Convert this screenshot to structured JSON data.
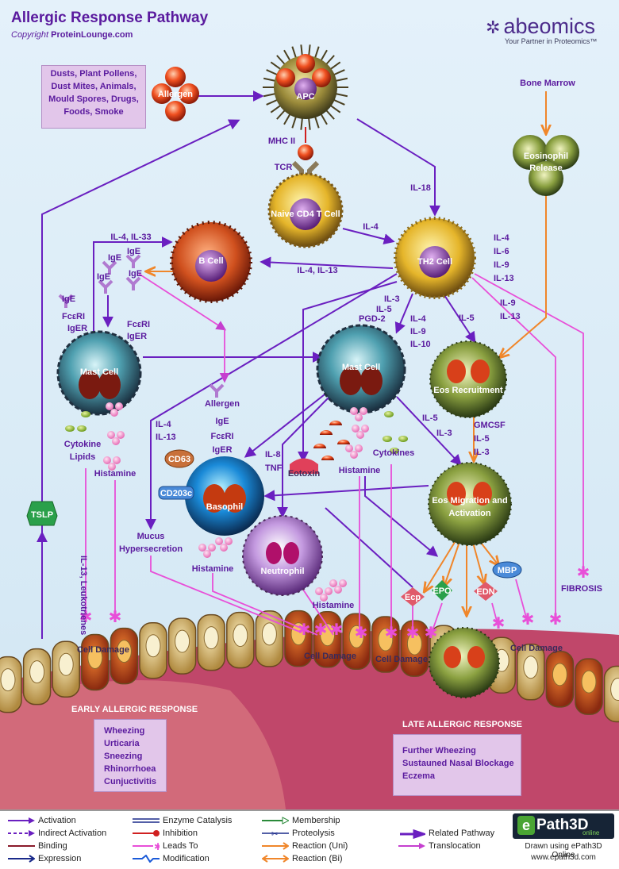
{
  "header": {
    "title": "Allergic Response Pathway",
    "copyright_prefix": "Copyright ",
    "copyright_site": "ProteinLounge.com",
    "brand_name": "abeomics",
    "brand_tagline": "Your Partner in Proteomics™"
  },
  "colors": {
    "activation": "#6a1fc0",
    "leads_to": "#e84fd8",
    "reaction": "#f0862a",
    "inhibition": "#e02020",
    "tissue": "#c0476a",
    "label_text": "#5a1a9e"
  },
  "triggers_box": {
    "lines": [
      "Dusts, Plant Pollens,",
      "Dust Mites, Animals,",
      "Mould Spores, Drugs,",
      "Foods, Smoke"
    ]
  },
  "nodes": {
    "allergen": "Allergen",
    "apc": "APC",
    "mhc_ii": "MHC II",
    "tcr": "TCR",
    "naive_t": "Naive CD4  T Cell",
    "th2": "TH2 Cell",
    "b_cell": "B Cell",
    "mast_cell_left": "Mast Cell",
    "mast_cell_center": "Mast Cell",
    "basophil": "Basophil",
    "neutrophil": "Neutrophil",
    "bone_marrow": "Bone Marrow",
    "eosinophil_release": [
      "Eosinophil",
      "Release"
    ],
    "eos_recruitment": "Eos Recruitment",
    "eos_migration": [
      "Eos Migration and",
      "Activation"
    ],
    "tslp": "TSLP",
    "cd63": "CD63",
    "cd203c": "CD203c",
    "eotoxin": "Eotoxin",
    "ecp": "Ecp",
    "epo": "EPO",
    "edn": "EDN",
    "mbp": "MBP",
    "fibrosis": "FIBROSIS"
  },
  "labels": {
    "il18": "IL-18",
    "il4_naive": "IL-4",
    "il4_il33": "IL-4, IL-33",
    "il4_il13_bcell": "IL-4, IL-13",
    "th2_right": [
      "IL-4",
      "IL-6",
      "IL-9",
      "IL-13"
    ],
    "il9_il13": [
      "IL-9",
      "IL-13"
    ],
    "il5_eos": "IL-5",
    "il3_il5": [
      "IL-3",
      "IL-5"
    ],
    "pgd2": "PGD-2",
    "il4_il9_il10": [
      "IL-4",
      "IL-9",
      "IL-10"
    ],
    "il4_il13_mucus": [
      "IL-4",
      "IL-13"
    ],
    "il8_tnf": [
      "IL-8",
      "TNF"
    ],
    "il5_il3": [
      "IL-5",
      "IL-3"
    ],
    "gmcsf": [
      "GMCSF",
      "IL-5",
      "IL-3"
    ],
    "ige_list": [
      "IgE",
      "IgE",
      "IgE",
      "IgE"
    ],
    "ige_receptor_left": [
      "IgE",
      "FcεRI",
      "IgER"
    ],
    "ige_receptor_left2": [
      "FcεRI",
      "IgER"
    ],
    "basophil_receptor": [
      "Allergen",
      "IgE",
      "FcεRI",
      "IgER"
    ],
    "cytokine_lipids": [
      "Cytokine",
      "Lipids"
    ],
    "cytokines": "Cytokines",
    "histamine": "Histamine",
    "mucus": [
      "Mucus",
      "Hypersecretion"
    ],
    "il13_leuko": "IL-13, Leukotrienes",
    "cell_damage": "Cell Damage"
  },
  "early_response": {
    "title": "EARLY ALLERGIC RESPONSE",
    "symptoms": [
      "Wheezing",
      "Urticaria",
      "Sneezing",
      "Rhinorrhoea",
      "Cunjuctivitis"
    ]
  },
  "late_response": {
    "title": "LATE ALLERGIC RESPONSE",
    "symptoms": [
      "Further Wheezing",
      "Sustauned Nasal Blockage",
      "Eczema"
    ]
  },
  "legend": {
    "col1": [
      "Activation",
      "Indirect Activation",
      "Binding",
      "Expression"
    ],
    "col2": [
      "Enzyme Catalysis",
      "Inhibition",
      "Leads To",
      "Modification"
    ],
    "col3": [
      "Membership",
      "Proteolysis",
      "Reaction (Uni)",
      "Reaction (Bi)"
    ],
    "col4": [
      "Related Pathway",
      "Translocation"
    ]
  },
  "footer": {
    "epath_name": "Path3D",
    "epath_e": "e",
    "epath_online": "online",
    "drawn_using": "Drawn using ePath3D Online",
    "url": "www.epath3d.com"
  }
}
